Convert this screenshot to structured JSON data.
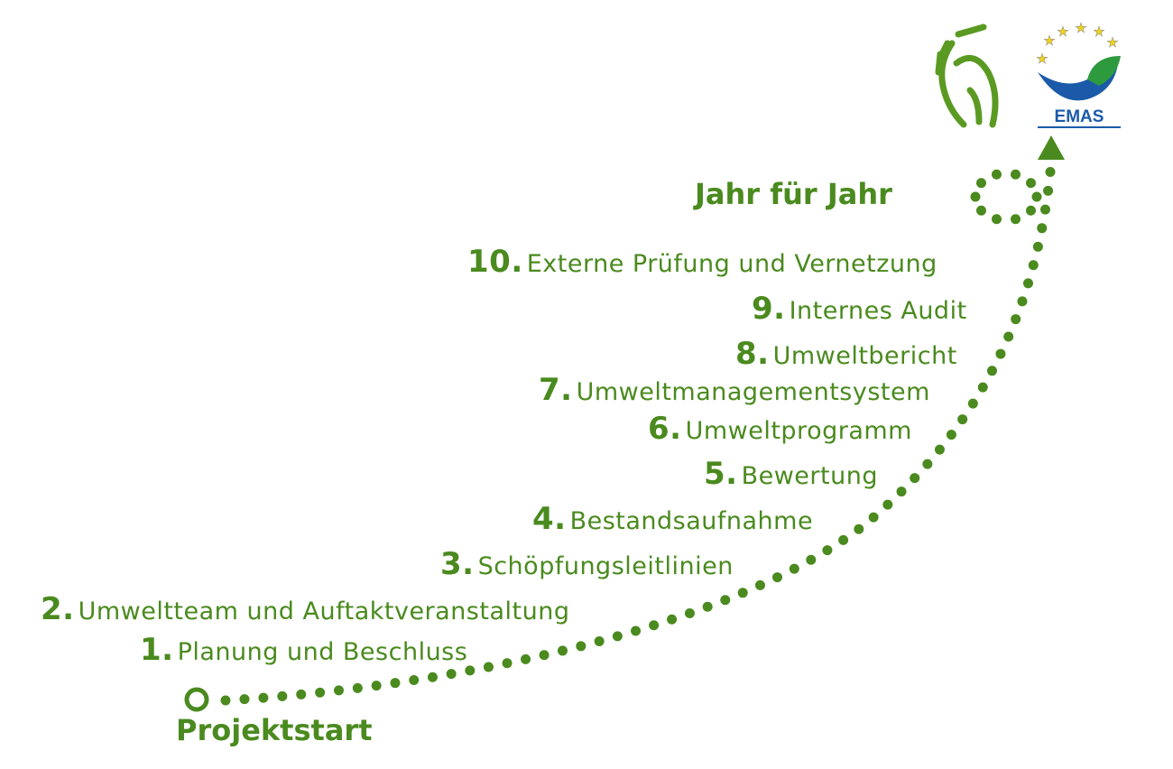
{
  "start_label": "Projektstart",
  "cycle_label": "Jahr für Jahr",
  "steps": [
    {
      "num": "1.",
      "label": "Planung und Beschluss"
    },
    {
      "num": "2.",
      "label": "Umweltteam und Auftaktveranstaltung"
    },
    {
      "num": "3.",
      "label": "Schöpfungsleitlinien"
    },
    {
      "num": "4.",
      "label": "Bestandsaufnahme"
    },
    {
      "num": "5.",
      "label": "Bewertung"
    },
    {
      "num": "6.",
      "label": "Umweltprogramm"
    },
    {
      "num": "7.",
      "label": "Umweltmanagementsystem"
    },
    {
      "num": "8.",
      "label": "Umweltbericht"
    },
    {
      "num": "9.",
      "label": "Internes Audit"
    },
    {
      "num": "10.",
      "label": "Externe Prüfung und Vernetzung"
    }
  ],
  "logos": {
    "emas": "EMAS"
  },
  "colors": {
    "green": "#4a8a1e",
    "emas_blue": "#1a5aa8",
    "emas_green": "#2e9a3e",
    "star": "#f2d21a"
  }
}
